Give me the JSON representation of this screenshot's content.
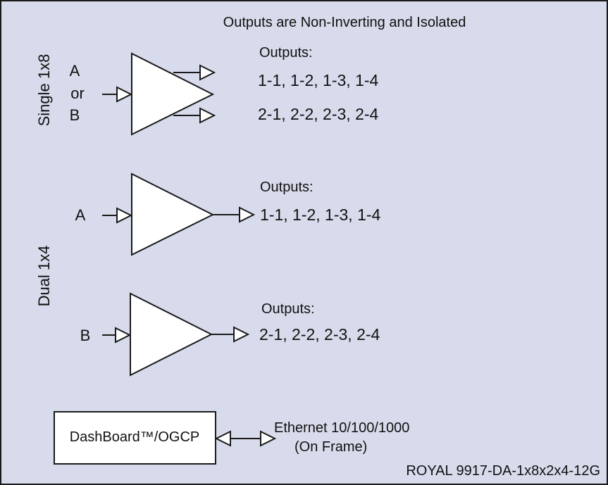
{
  "title": "Outputs are Non-Inverting and Isolated",
  "colors": {
    "background": "#d8dbeb",
    "stroke": "#1a1a1a",
    "fill": "#ffffff"
  },
  "single_mode": {
    "label": "Single 1x8",
    "inputs": [
      "A",
      "or",
      "B"
    ],
    "outputs_label": "Outputs:",
    "output_line_1": "1-1, 1-2, 1-3, 1-4",
    "output_line_2": "2-1, 2-2, 2-3, 2-4"
  },
  "dual_mode": {
    "label": "Dual 1x4",
    "channel_a": {
      "input": "A",
      "outputs_label": "Outputs:",
      "outputs": "1-1, 1-2, 1-3, 1-4"
    },
    "channel_b": {
      "input": "B",
      "outputs_label": "Outputs:",
      "outputs": "2-1, 2-2, 2-3, 2-4"
    }
  },
  "control": {
    "box_label": "DashBoard™/OGCP",
    "link_line_1": "Ethernet 10/100/1000",
    "link_line_2": "(On Frame)"
  },
  "model_label": "ROYAL 9917-DA-1x8x2x4-12G"
}
